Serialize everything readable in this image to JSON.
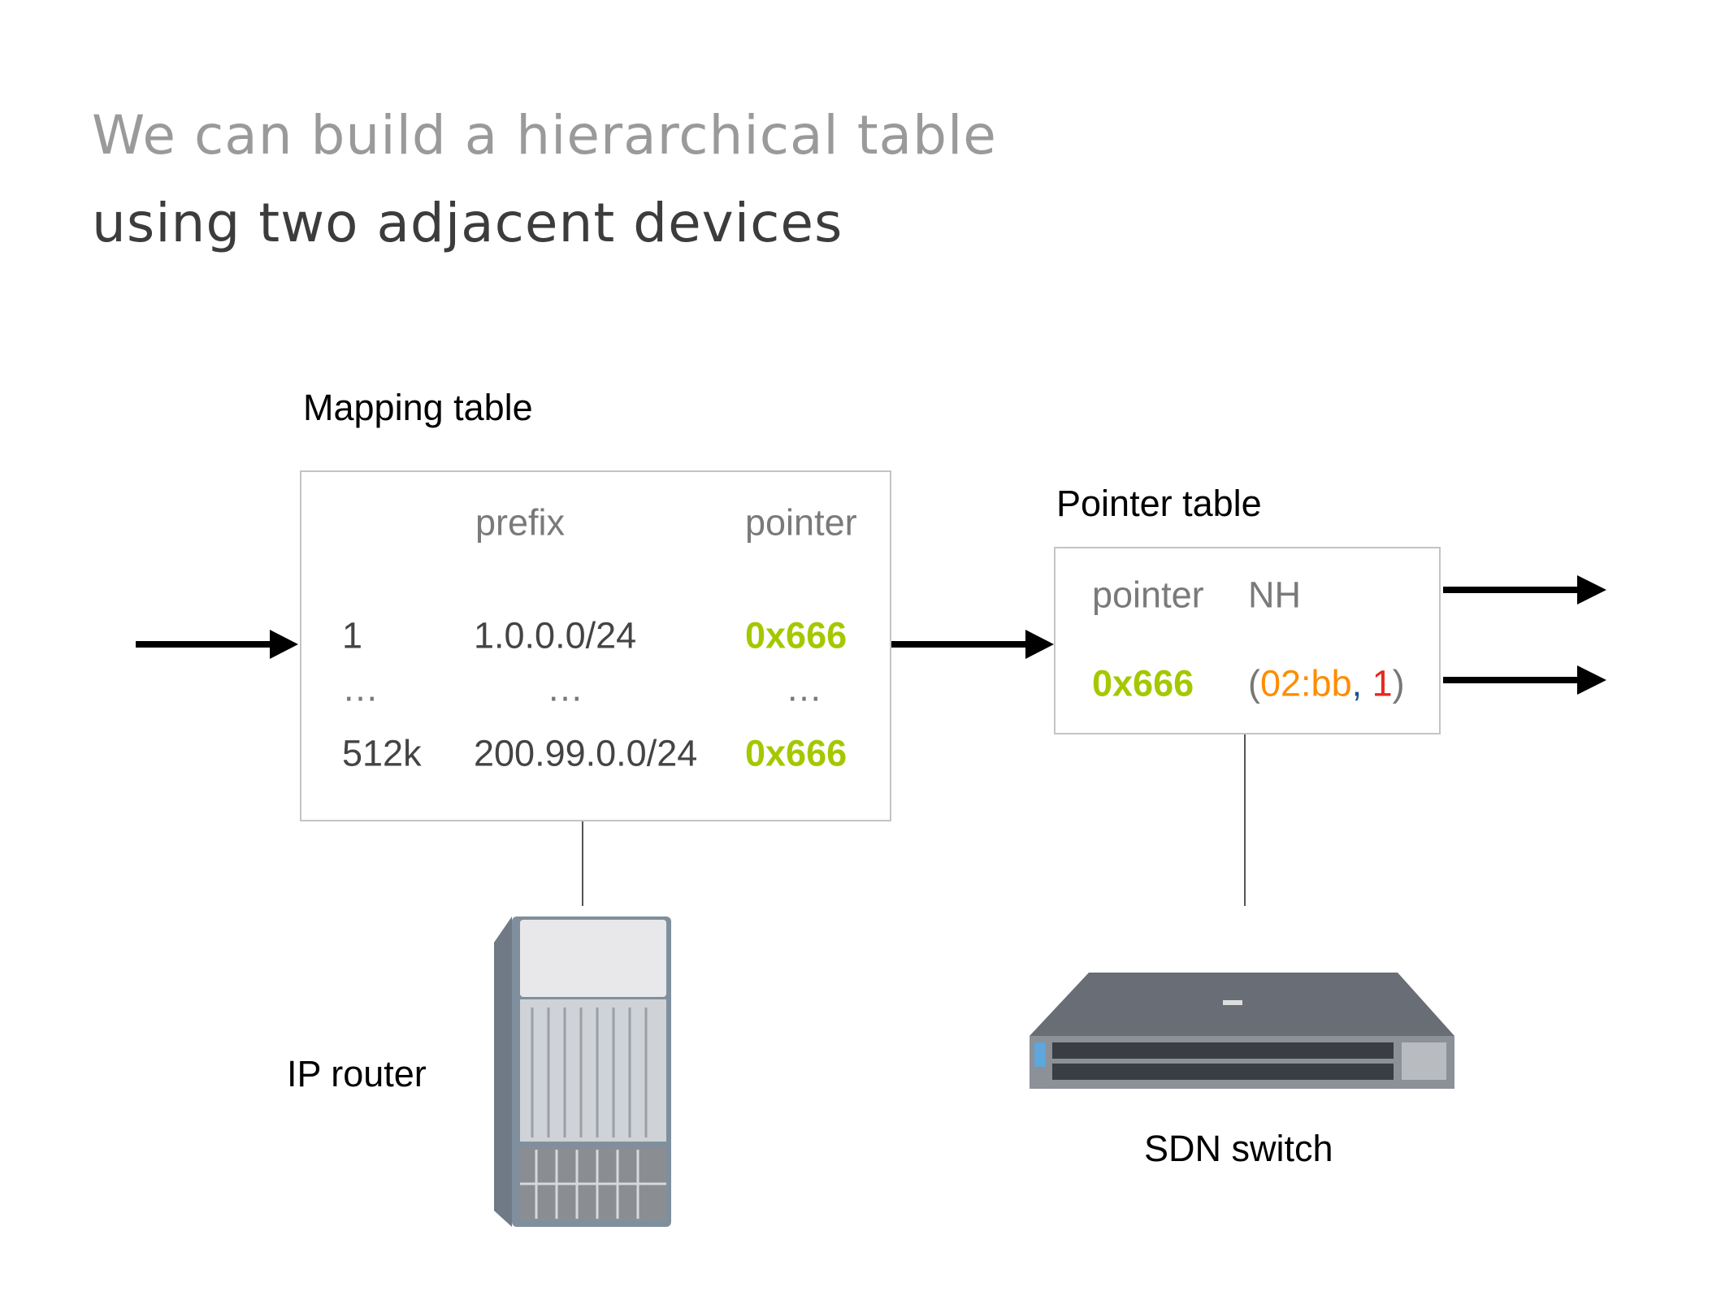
{
  "title": {
    "line1": "We can build a hierarchical table",
    "line2": "using two adjacent devices"
  },
  "mapping_table": {
    "label": "Mapping table",
    "headers": [
      "",
      "prefix",
      "pointer"
    ],
    "rows": [
      {
        "index": "1",
        "prefix": "1.0.0.0/24",
        "pointer": "0x666"
      },
      {
        "index": "…",
        "prefix": "…",
        "pointer": "…"
      },
      {
        "index": "512k",
        "prefix": "200.99.0.0/24",
        "pointer": "0x666"
      }
    ]
  },
  "pointer_table": {
    "label": "Pointer table",
    "headers": [
      "pointer",
      "NH"
    ],
    "row": {
      "pointer": "0x666",
      "nh_open": "(",
      "nh_mac": "02:bb",
      "nh_sep": ", ",
      "nh_port": "1",
      "nh_close": ")"
    }
  },
  "devices": {
    "router_label": "IP router",
    "switch_label": "SDN switch"
  },
  "colors": {
    "pointer": "#a4c800",
    "mac": "#ff8c00",
    "port": "#e8281e",
    "comma": "#1f4e8c"
  }
}
